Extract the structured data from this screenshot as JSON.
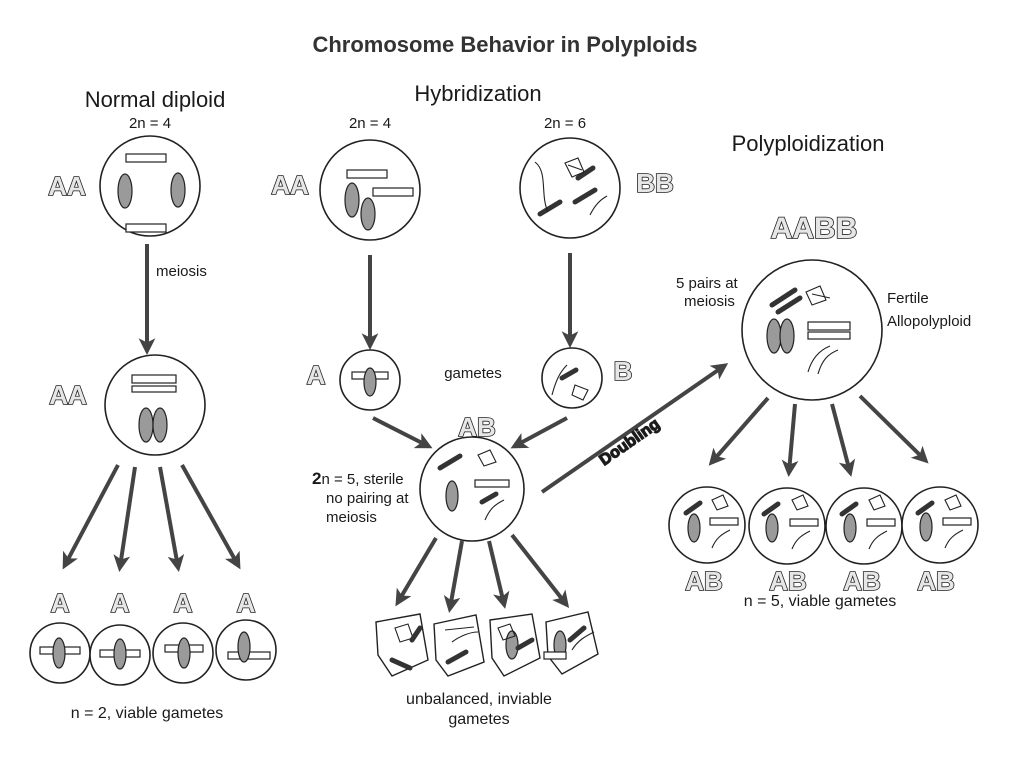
{
  "title": "Chromosome Behavior in Polyploids",
  "sections": {
    "normal": "Normal diploid",
    "hybrid": "Hybridization",
    "poly": "Polyploidization"
  },
  "ploidy": {
    "normal": "2n = 4",
    "parent_a": "2n = 4",
    "parent_b": "2n = 6"
  },
  "genotypes": {
    "normal_parent": "AA",
    "normal_gamete_cell": "AA",
    "normal_gametes": [
      "A",
      "A",
      "A",
      "A"
    ],
    "parent_a": "AA",
    "parent_b": "BB",
    "gamete_a": "A",
    "gamete_b": "B",
    "hybrid": "AB",
    "allopolyploid": "AABB",
    "poly_gametes": [
      "AB",
      "AB",
      "AB",
      "AB"
    ]
  },
  "labels": {
    "meiosis": "meiosis",
    "gametes": "gametes",
    "doubling": "Doubling",
    "pairs_line1": "5 pairs at",
    "pairs_line2": "meiosis",
    "fertile_line1": "Fertile",
    "fertile_line2": "Allopolyploid",
    "sterile_line1_num": "2",
    "sterile_line1_rest": "n = 5, sterile",
    "sterile_line2": "no pairing at",
    "sterile_line3": "meiosis"
  },
  "captions": {
    "normal": "n = 2, viable gametes",
    "inviable_line1": "unbalanced, inviable",
    "inviable_line2": "gametes",
    "poly": "n = 5, viable gametes"
  }
}
